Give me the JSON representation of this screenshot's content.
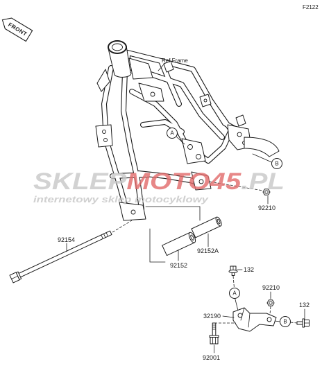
{
  "figure_code": "F2122",
  "front_arrow": {
    "label": "FRONT"
  },
  "reference_label": "Ref.Frame",
  "parts": {
    "bolt_long": {
      "number": "92154"
    },
    "collar": {
      "number": "92152"
    },
    "collar_a": {
      "number": "92152A"
    },
    "nut_frame": {
      "number": "92210"
    },
    "bolt_bracket_top": {
      "number": "132"
    },
    "nut_bracket": {
      "number": "92210"
    },
    "bolt_bracket_side": {
      "number": "132"
    },
    "bracket": {
      "number": "32190"
    },
    "bolt_bracket_bottom": {
      "number": "92001"
    }
  },
  "callouts": {
    "frame_a": "A",
    "frame_b": "B",
    "bracket_a": "A",
    "bracket_b": "B"
  },
  "watermark": {
    "brand_start": "SKLEP",
    "brand_accent": "MOTO45",
    "brand_end": ".PL",
    "tagline": "internetowy sklep motocyklowy"
  },
  "icons": {
    "front_arrow": "front-direction-arrow"
  },
  "colors": {
    "line": "#1a1a1a",
    "background": "#ffffff",
    "watermark_gray": "#c8c8c8",
    "watermark_red": "#e26a6a"
  }
}
